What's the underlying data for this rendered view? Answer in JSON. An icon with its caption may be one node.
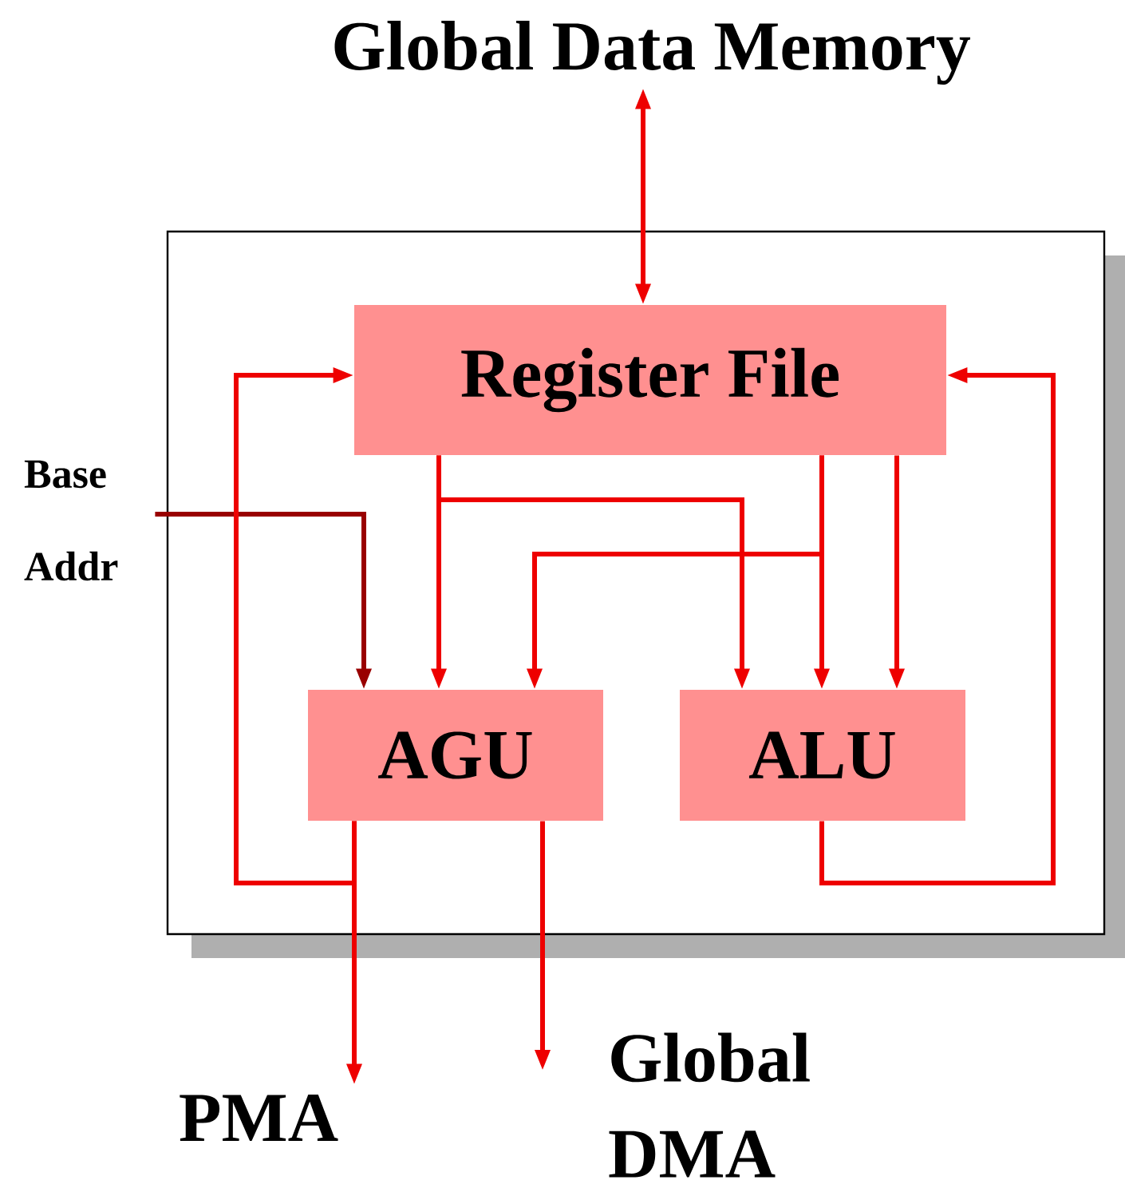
{
  "diagram": {
    "nodes": [
      {
        "text": [
          "Global Data Memory"
        ]
      },
      {
        "text": [],
        "shape": "box"
      },
      {
        "text": [
          "Register File"
        ],
        "in": 1
      },
      {
        "text": [
          "AGU"
        ],
        "in": 1
      },
      {
        "text": [
          "ALU"
        ],
        "in": 1
      },
      {
        "text": [
          "Base Addr"
        ]
      },
      {
        "text": [
          "PMA"
        ]
      },
      {
        "text": [
          "Global DMA"
        ]
      }
    ],
    "edges": [
      {
        "from": 0,
        "to": 2,
        "arrow": "both"
      },
      {
        "from": 5,
        "to": 3,
        "arrow": "to",
        "color": "#990000"
      },
      {
        "from": 2,
        "to": 3,
        "arrow": "to"
      },
      {
        "from": 2,
        "to": 4,
        "arrow": "to"
      },
      {
        "from": 2,
        "to": 4,
        "arrow": "to"
      },
      {
        "from": 2,
        "to": 3,
        "arrow": "to"
      },
      {
        "from": 2,
        "to": 4,
        "arrow": "to"
      },
      {
        "from": 3,
        "to": 6,
        "arrow": "to"
      },
      {
        "from": 3,
        "to": 2,
        "arrow": "to"
      },
      {
        "from": 3,
        "to": 7,
        "arrow": "to"
      },
      {
        "from": 4,
        "to": 2,
        "arrow": "to"
      }
    ]
  }
}
